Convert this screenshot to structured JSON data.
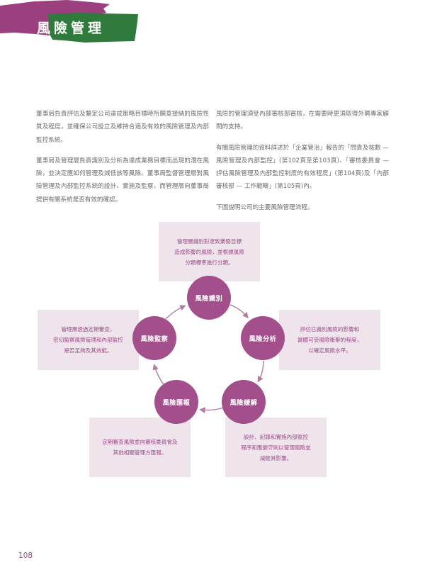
{
  "header": {
    "title": "風險管理",
    "colors": {
      "purple": "#9b3f7e",
      "green": "#2f7a3c"
    }
  },
  "body": {
    "left_column": [
      "董事局負責評估及釐定公司達成策略目標時所願意接納的風險性質及程度，並確保公司設立及維持合適及有效的風險管理及內部監控系統。",
      "董事局及管理層負責識別及分析為達成業務目標而出現的潛在風險，並決定應如何管理及減低該等風險。董事局監督管理層對風險管理及內部監控系統的設計、實施及監察，而管理層向董事局提供有關系統是否有效的確認。"
    ],
    "right_column": [
      "風險的管理須受內部審核部審核，在需要時更須取得外聘專家顧問的支持。",
      "有關風險管理的資料詳述於「企業管治」報告的「問責及核數 — 風險管理及內部監控」(第102頁至第103頁)、「審核委員會 — 評估風險管理及內部監控制度的有效程度」(第104頁)及「內部審核部 — 工作範疇」(第105頁)內。",
      "下圖說明公司的主要風險管理流程。"
    ]
  },
  "diagram": {
    "colors": {
      "circle": "#a24f8b",
      "box_bg": "#efe4ec",
      "box_text": "#9b4a86",
      "arrow": "#b07aa1"
    },
    "steps": [
      {
        "label": "風險識別",
        "description": "管理層識別對達致業務目標\n造成影響的風險，並根據風險\n分類標準進行分類。"
      },
      {
        "label": "風險分析",
        "description": "評估已識別風險的影響和\n當體可受風險衝擊的程度，\n以確定風險水平。"
      },
      {
        "label": "風險緩解",
        "description": "設計、記錄和實施內部監控\n程序和應變守則以管理風險並\n減輕其影響。"
      },
      {
        "label": "風險匯報",
        "description": "定期審查風險並向審核委員會及\n其他相關管理方匯報。"
      },
      {
        "label": "風險監察",
        "description": "管理層透過定期審查，\n密切監察風險管理和內部監控\n是否足夠及其效能。"
      }
    ]
  },
  "footer": {
    "page_number": "108"
  }
}
